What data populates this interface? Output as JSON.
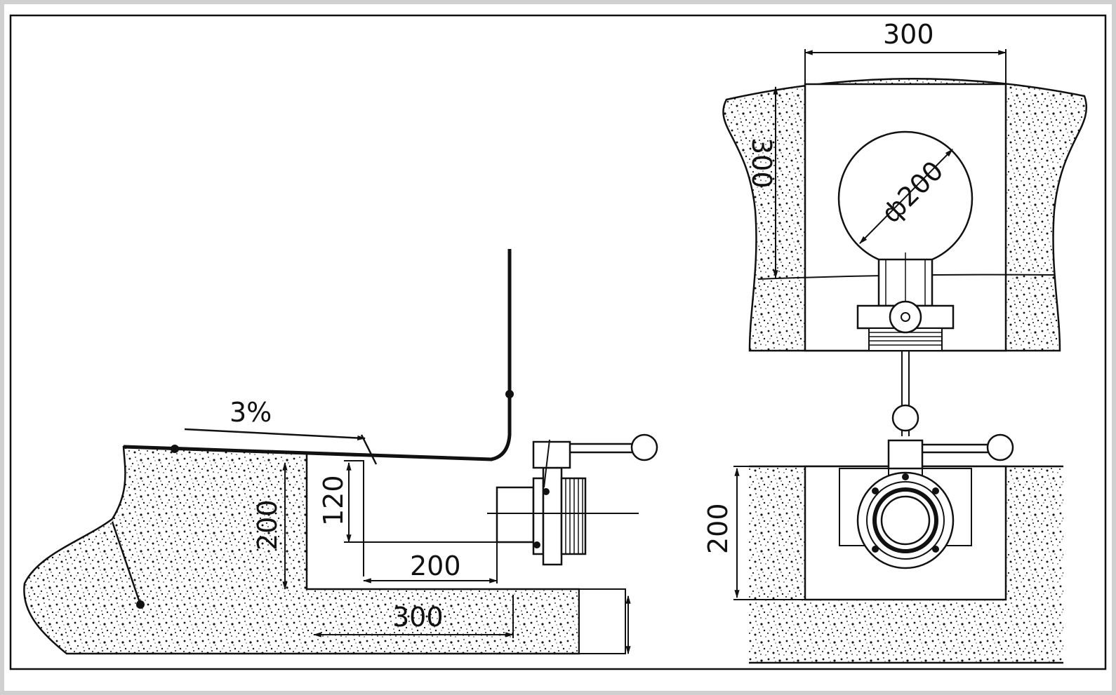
{
  "dimensions": {
    "slope": "3%",
    "side_channel_depth": "200",
    "side_pipe_height": "120",
    "side_pipe_length": "200",
    "side_channel_width": "300",
    "top_width": "300",
    "top_depth": "300",
    "top_diameter": "ф200",
    "front_depth": "200"
  },
  "colors": {
    "ink": "#111111",
    "paper": "#ffffff",
    "frame": "#d0d0d0"
  }
}
